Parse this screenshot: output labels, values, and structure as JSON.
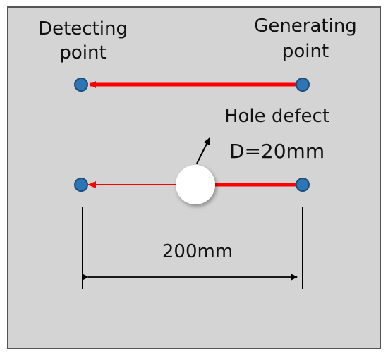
{
  "labels": {
    "detecting_line1": "Detecting",
    "detecting_line2": "point",
    "generating_line1": "Generating",
    "generating_line2": "point",
    "hole_defect": "Hole defect",
    "diameter": "D=20mm",
    "distance": "200mm"
  },
  "colors": {
    "plate_fill": "#d4d4d4",
    "plate_border": "#555555",
    "wave": "#ff0000",
    "point_fill": "#2e75b6",
    "point_stroke": "#1f4e79",
    "hole_fill": "#ffffff",
    "leader_lines": "#000000"
  }
}
